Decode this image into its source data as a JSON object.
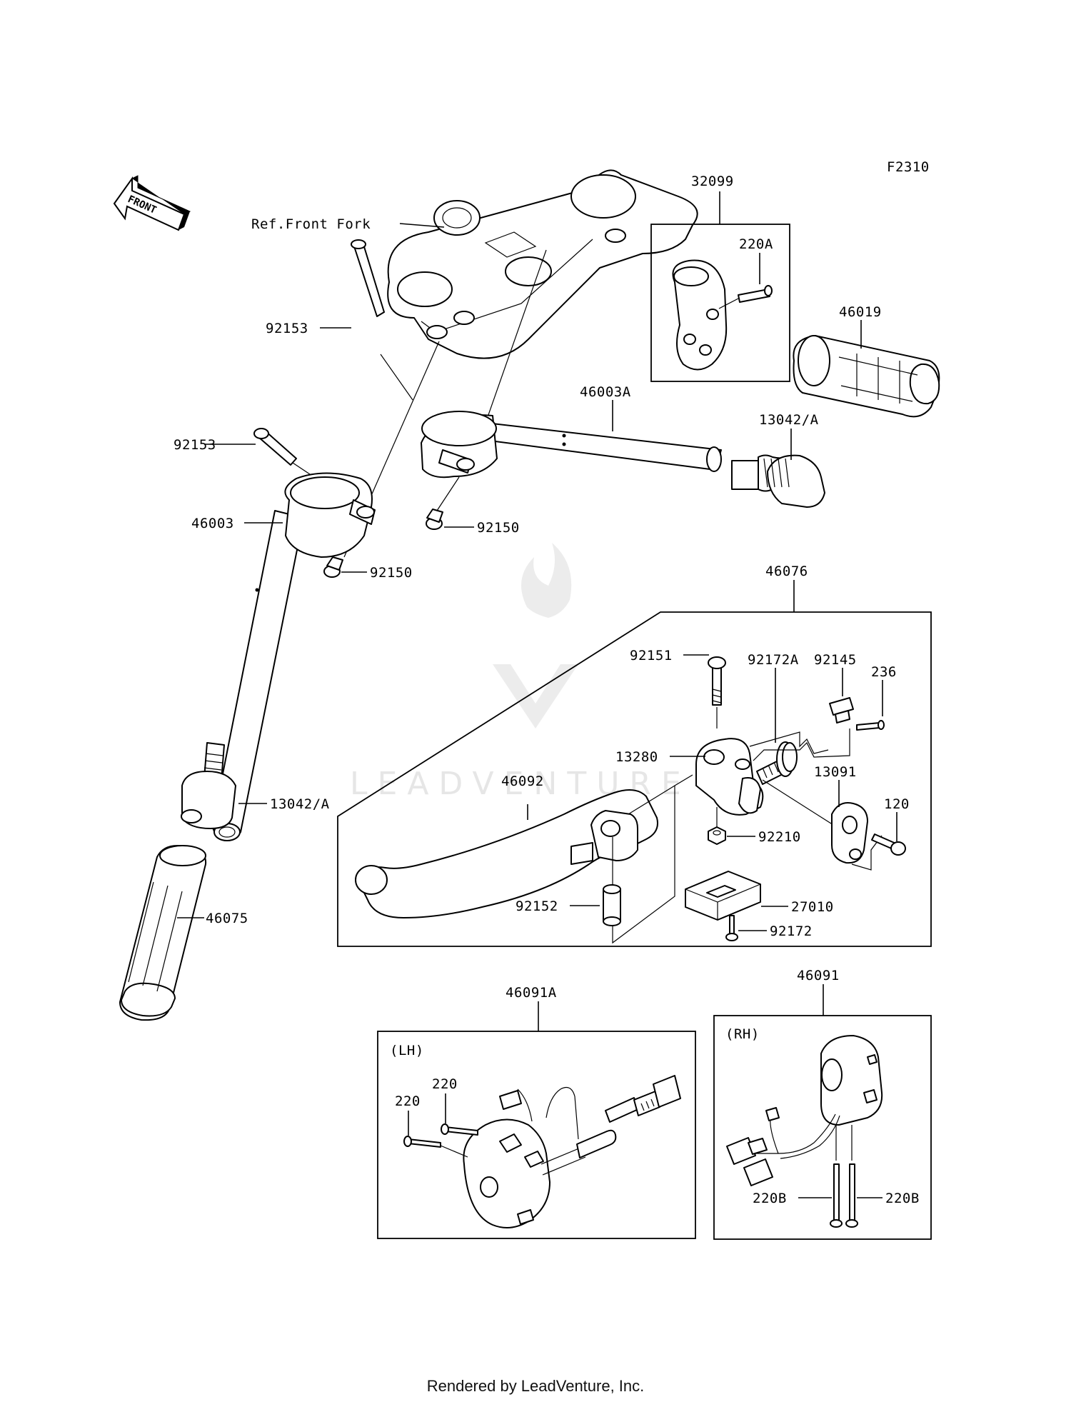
{
  "figure_code": "F2310",
  "front_arrow_label": "FRONT",
  "watermark": "LEADVENTURE",
  "footer": "Rendered by LeadVenture, Inc.",
  "labels": {
    "ref_front_fork": "Ref.Front Fork",
    "p32099": "32099",
    "p220A": "220A",
    "p46019": "46019",
    "p92153_top": "92153",
    "p92153_mid": "92153",
    "p46003A": "46003A",
    "p13042A_right": "13042/A",
    "p46003": "46003",
    "p92150_right": "92150",
    "p92150_left": "92150",
    "p46076": "46076",
    "p92151": "92151",
    "p92172A": "92172A",
    "p92145": "92145",
    "p236": "236",
    "p13280": "13280",
    "p46092": "46092",
    "p13091": "13091",
    "p120": "120",
    "p92210": "92210",
    "p13042A_left": "13042/A",
    "p92152": "92152",
    "p27010": "27010",
    "p92172": "92172",
    "p46075": "46075",
    "p46091": "46091",
    "p46091A": "46091A",
    "lh": "(LH)",
    "rh": "(RH)",
    "p220_a": "220",
    "p220_b": "220",
    "p220B_left": "220B",
    "p220B_right": "220B"
  }
}
